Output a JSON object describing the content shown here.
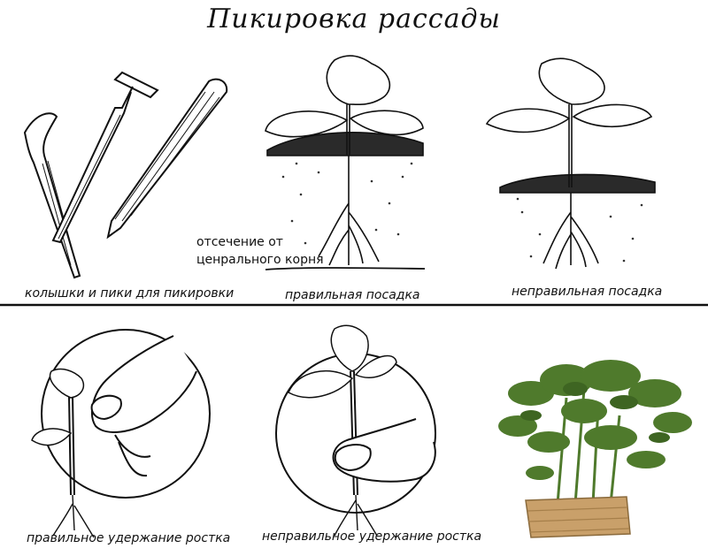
{
  "title": "Пикировка рассады",
  "captions": {
    "tools": "колышки и пики для пикировки",
    "correct_planting": "правильная посадка",
    "incorrect_planting": "неправильная посадка",
    "correct_holding": "правильное удержание ростка",
    "incorrect_holding": "неправильное удержание ростка"
  },
  "annotation": {
    "line1": "отсечение от",
    "line2": "ценрального корня"
  },
  "colors": {
    "ink": "#111111",
    "soil": "#2a2a2a",
    "leaf_green": "#4f7a2c",
    "basket": "#c9a06a"
  }
}
